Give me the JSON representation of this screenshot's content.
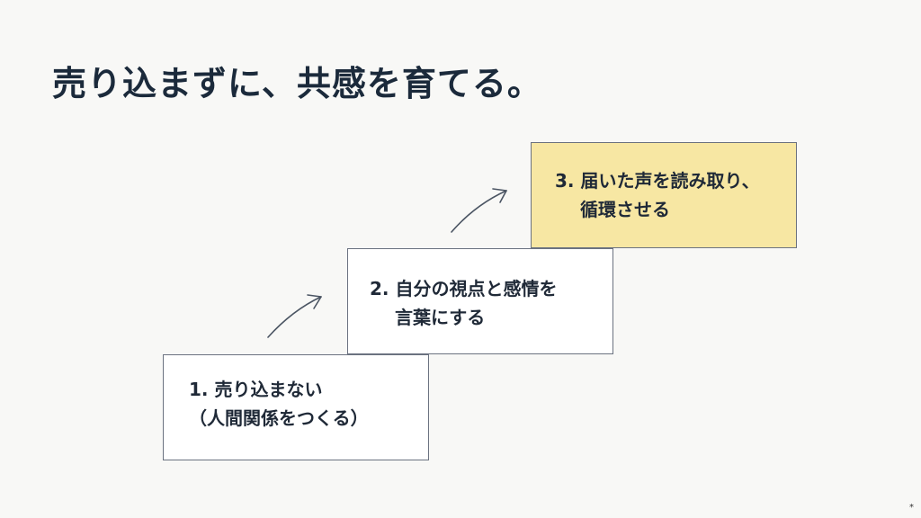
{
  "title": "売り込まずに、共感を育てる。",
  "steps": [
    {
      "line1": "1. 売り込まない",
      "line2": "（人間関係をつくる）",
      "highlighted": false
    },
    {
      "line1": "2. 自分の視点と感情を",
      "line2": "言葉にする",
      "highlighted": false
    },
    {
      "line1": "3. 届いた声を読み取り、",
      "line2": "循環させる",
      "highlighted": true
    }
  ],
  "colors": {
    "highlight": "#f7e7a3",
    "border": "#6b7280",
    "title": "#1b2a3b"
  },
  "corner_mark": "*"
}
